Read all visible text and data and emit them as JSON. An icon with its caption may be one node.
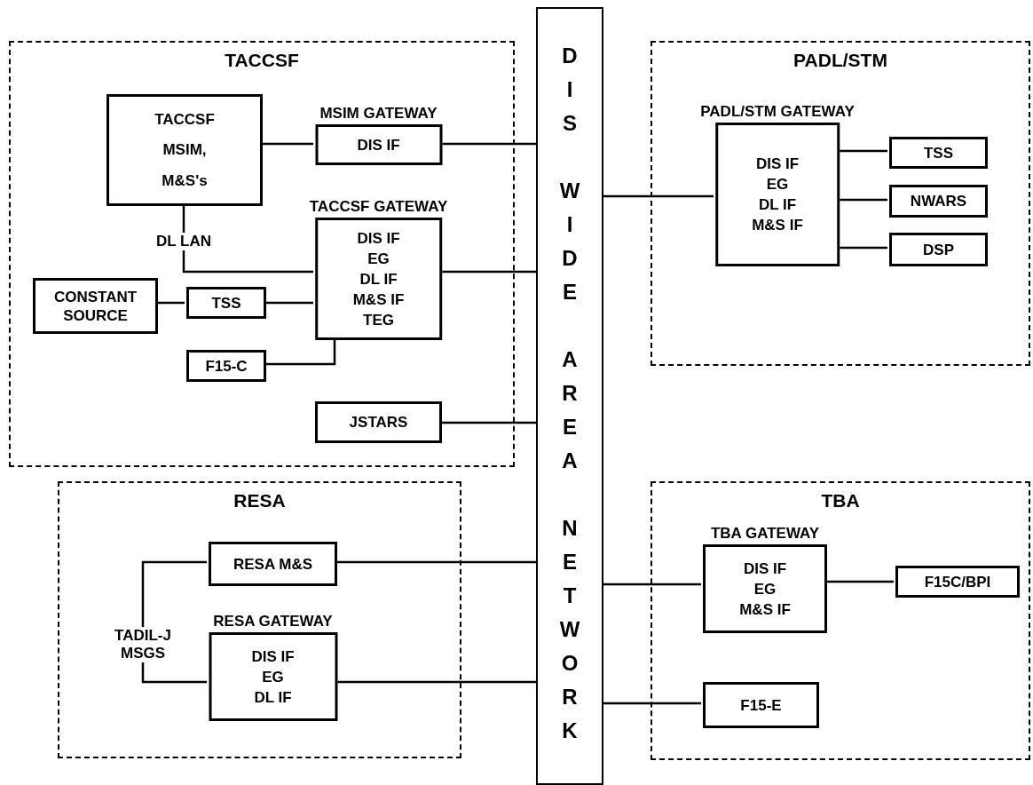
{
  "diagram": {
    "nodes": [
      {
        "text": [
          "TACCSF"
        ]
      },
      {
        "text": [
          "TACCSF",
          "MSIM,",
          "M&S's"
        ],
        "in": 0
      },
      {
        "text": [
          "MSIM GATEWAY",
          "DIS IF"
        ],
        "in": 0
      },
      {
        "text": [
          "TACCSF GATEWAY",
          "DIS IF",
          "EG",
          "DL IF",
          "M&S IF",
          "TEG"
        ],
        "in": 0
      },
      {
        "text": [
          "CONSTANT SOURCE"
        ],
        "in": 0
      },
      {
        "text": [
          "TSS"
        ],
        "in": 0
      },
      {
        "text": [
          "F15-C"
        ],
        "in": 0
      },
      {
        "text": [
          "JSTARS"
        ],
        "in": 0
      },
      {
        "text": [
          "DIS WIDE AREA NETWORK"
        ]
      },
      {
        "text": [
          "PADL/STM"
        ]
      },
      {
        "text": [
          "PADL/STM GATEWAY",
          "DIS IF",
          "EG",
          "DL IF",
          "M&S IF"
        ],
        "in": 9
      },
      {
        "text": [
          "TSS"
        ],
        "in": 9
      },
      {
        "text": [
          "NWARS"
        ],
        "in": 9
      },
      {
        "text": [
          "DSP"
        ],
        "in": 9
      },
      {
        "text": [
          "RESA"
        ]
      },
      {
        "text": [
          "RESA M&S"
        ],
        "in": 14
      },
      {
        "text": [
          "RESA GATEWAY",
          "DIS IF",
          "EG",
          "DL IF"
        ],
        "in": 14
      },
      {
        "text": [
          "TBA"
        ]
      },
      {
        "text": [
          "TBA GATEWAY",
          "DIS IF",
          "EG",
          "M&S IF"
        ],
        "in": 17
      },
      {
        "text": [
          "F15C/BPI"
        ],
        "in": 17
      },
      {
        "text": [
          "F15-E"
        ],
        "in": 17
      }
    ],
    "edges": [
      {
        "from": 1,
        "to": 2,
        "arrow": "none"
      },
      {
        "from": 2,
        "to": 8,
        "arrow": "none"
      },
      {
        "from": 1,
        "to": 3,
        "arrow": "none",
        "label": "DL LAN"
      },
      {
        "from": 4,
        "to": 5,
        "arrow": "none"
      },
      {
        "from": 5,
        "to": 3,
        "arrow": "none"
      },
      {
        "from": 6,
        "to": 3,
        "arrow": "none"
      },
      {
        "from": 3,
        "to": 8,
        "arrow": "none"
      },
      {
        "from": 7,
        "to": 8,
        "arrow": "none"
      },
      {
        "from": 8,
        "to": 10,
        "arrow": "none"
      },
      {
        "from": 10,
        "to": 11,
        "arrow": "none"
      },
      {
        "from": 10,
        "to": 12,
        "arrow": "none"
      },
      {
        "from": 10,
        "to": 13,
        "arrow": "none"
      },
      {
        "from": 15,
        "to": 8,
        "arrow": "none"
      },
      {
        "from": 16,
        "to": 8,
        "arrow": "none"
      },
      {
        "from": 15,
        "to": 16,
        "arrow": "none",
        "label": "TADIL-J MSGS"
      },
      {
        "from": 8,
        "to": 18,
        "arrow": "none"
      },
      {
        "from": 18,
        "to": 19,
        "arrow": "none"
      },
      {
        "from": 8,
        "to": 20,
        "arrow": "none"
      }
    ]
  }
}
